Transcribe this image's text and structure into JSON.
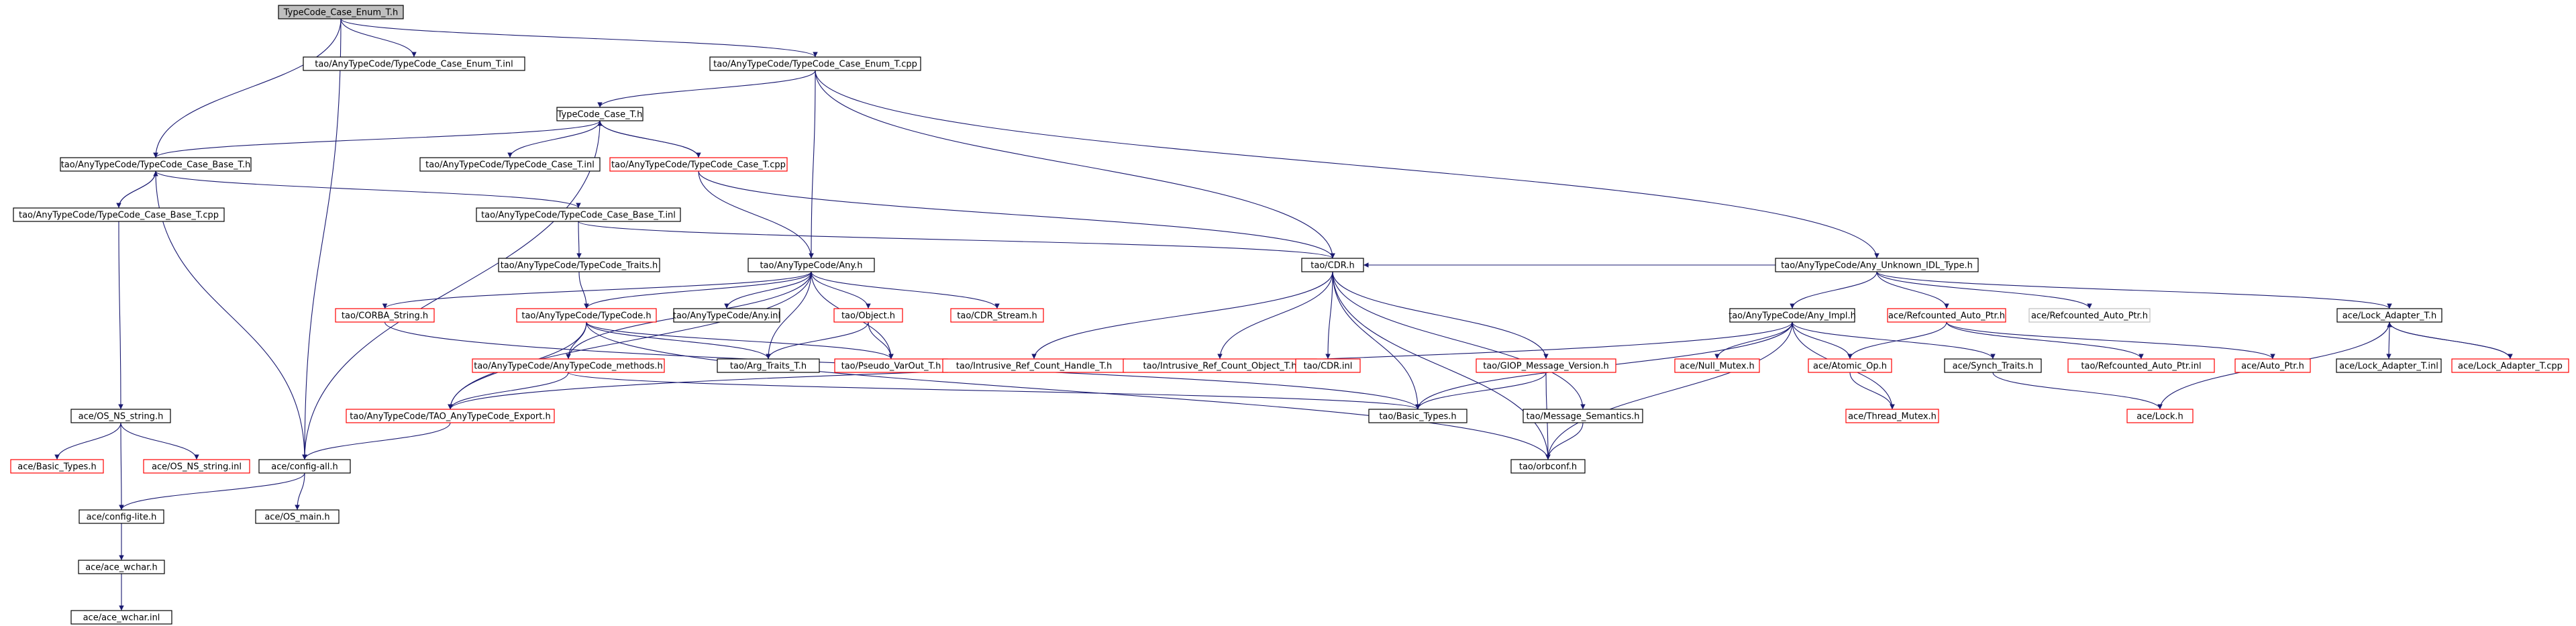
{
  "diagram": {
    "colors": {
      "edge": "#191970",
      "node_border_normal": "#000000",
      "node_border_external": "#ff0000",
      "node_border_none": "#bfbfbf",
      "node_fill_normal": "#ffffff",
      "node_fill_root": "#bfbfbf",
      "text": "#000000"
    },
    "nodes": [
      {
        "id": "n0",
        "label": "TypeCode_Case_Enum_T.h",
        "style": "root"
      },
      {
        "id": "n1",
        "label": "tao/AnyTypeCode/TypeCode_Case_Enum_T.inl",
        "style": "normal"
      },
      {
        "id": "n2",
        "label": "tao/AnyTypeCode/TypeCode_Case_Enum_T.cpp",
        "style": "normal"
      },
      {
        "id": "n3",
        "label": "TypeCode_Case_T.h",
        "style": "normal"
      },
      {
        "id": "n4",
        "label": "tao/AnyTypeCode/TypeCode_Case_Base_T.h",
        "style": "normal"
      },
      {
        "id": "n5",
        "label": "tao/AnyTypeCode/TypeCode_Case_T.inl",
        "style": "normal"
      },
      {
        "id": "n6",
        "label": "tao/AnyTypeCode/TypeCode_Case_T.cpp",
        "style": "external"
      },
      {
        "id": "n7",
        "label": "tao/AnyTypeCode/TypeCode_Case_Base_T.cpp",
        "style": "normal"
      },
      {
        "id": "n8",
        "label": "tao/AnyTypeCode/TypeCode_Case_Base_T.inl",
        "style": "normal"
      },
      {
        "id": "n9",
        "label": "tao/AnyTypeCode/TypeCode_Traits.h",
        "style": "normal"
      },
      {
        "id": "n10",
        "label": "tao/AnyTypeCode/Any.h",
        "style": "normal"
      },
      {
        "id": "n11",
        "label": "tao/AnyTypeCode/Any_Unknown_IDL_Type.h",
        "style": "normal"
      },
      {
        "id": "n12",
        "label": "tao/CORBA_String.h",
        "style": "external"
      },
      {
        "id": "n13",
        "label": "tao/AnyTypeCode/TypeCode.h",
        "style": "external"
      },
      {
        "id": "n14",
        "label": "tao/AnyTypeCode/Any.inl",
        "style": "normal"
      },
      {
        "id": "n15",
        "label": "tao/Object.h",
        "style": "external"
      },
      {
        "id": "n16",
        "label": "tao/CDR_Stream.h",
        "style": "external"
      },
      {
        "id": "n17",
        "label": "tao/CDR.h",
        "style": "normal"
      },
      {
        "id": "n18",
        "label": "tao/AnyTypeCode/Any_Impl.h",
        "style": "normal"
      },
      {
        "id": "n19",
        "label": "ace/Refcounted_Auto_Ptr.h",
        "style": "external"
      },
      {
        "id": "n20",
        "label": "ace/Refcounted_Auto_Ptr.h",
        "style": "none"
      },
      {
        "id": "n21",
        "label": "ace/Lock_Adapter_T.h",
        "style": "normal"
      },
      {
        "id": "n22",
        "label": "tao/AnyTypeCode/AnyTypeCode_methods.h",
        "style": "external"
      },
      {
        "id": "n23",
        "label": "tao/Arg_Traits_T.h",
        "style": "normal"
      },
      {
        "id": "n24",
        "label": "tao/Pseudo_VarOut_T.h",
        "style": "external"
      },
      {
        "id": "n25",
        "label": "tao/Intrusive_Ref_Count_Handle_T.h",
        "style": "external"
      },
      {
        "id": "n26",
        "label": "tao/Intrusive_Ref_Count_Object_T.h",
        "style": "external"
      },
      {
        "id": "n27",
        "label": "tao/CDR.inl",
        "style": "external"
      },
      {
        "id": "n28",
        "label": "tao/GIOP_Message_Version.h",
        "style": "external"
      },
      {
        "id": "n29",
        "label": "ace/Null_Mutex.h",
        "style": "external"
      },
      {
        "id": "n30",
        "label": "ace/Atomic_Op.h",
        "style": "external"
      },
      {
        "id": "n31",
        "label": "ace/Synch_Traits.h",
        "style": "normal"
      },
      {
        "id": "n32",
        "label": "tao/Refcounted_Auto_Ptr.inl",
        "style": "external"
      },
      {
        "id": "n33",
        "label": "ace/Auto_Ptr.h",
        "style": "external"
      },
      {
        "id": "n34",
        "label": "ace/Lock_Adapter_T.inl",
        "style": "normal"
      },
      {
        "id": "n35",
        "label": "ace/Lock_Adapter_T.cpp",
        "style": "external"
      },
      {
        "id": "n36",
        "label": "ace/OS_NS_string.h",
        "style": "normal"
      },
      {
        "id": "n37",
        "label": "tao/AnyTypeCode/TAO_AnyTypeCode_Export.h",
        "style": "external"
      },
      {
        "id": "n38",
        "label": "tao/Basic_Types.h",
        "style": "normal"
      },
      {
        "id": "n39",
        "label": "tao/Message_Semantics.h",
        "style": "normal"
      },
      {
        "id": "n40",
        "label": "ace/Thread_Mutex.h",
        "style": "external"
      },
      {
        "id": "n41",
        "label": "ace/Lock.h",
        "style": "external"
      },
      {
        "id": "n42",
        "label": "ace/Basic_Types.h",
        "style": "external"
      },
      {
        "id": "n43",
        "label": "ace/OS_NS_string.inl",
        "style": "external"
      },
      {
        "id": "n44",
        "label": "ace/config-all.h",
        "style": "normal"
      },
      {
        "id": "n45",
        "label": "tao/orbconf.h",
        "style": "normal"
      },
      {
        "id": "n46",
        "label": "ace/config-lite.h",
        "style": "normal"
      },
      {
        "id": "n47",
        "label": "ace/OS_main.h",
        "style": "normal"
      },
      {
        "id": "n48",
        "label": "ace/ace_wchar.h",
        "style": "normal"
      },
      {
        "id": "n49",
        "label": "ace/ace_wchar.inl",
        "style": "normal"
      }
    ],
    "edges": [
      [
        "n0",
        "n1"
      ],
      [
        "n0",
        "n2"
      ],
      [
        "n0",
        "n4"
      ],
      [
        "n0",
        "n44"
      ],
      [
        "n2",
        "n3"
      ],
      [
        "n2",
        "n10"
      ],
      [
        "n2",
        "n17"
      ],
      [
        "n2",
        "n11"
      ],
      [
        "n3",
        "n4"
      ],
      [
        "n3",
        "n5"
      ],
      [
        "n3",
        "n6"
      ],
      [
        "n3",
        "n44"
      ],
      [
        "n6",
        "n3"
      ],
      [
        "n6",
        "n10"
      ],
      [
        "n6",
        "n17"
      ],
      [
        "n4",
        "n7"
      ],
      [
        "n4",
        "n8"
      ],
      [
        "n4",
        "n44"
      ],
      [
        "n7",
        "n4"
      ],
      [
        "n7",
        "n36"
      ],
      [
        "n8",
        "n9"
      ],
      [
        "n8",
        "n17"
      ],
      [
        "n9",
        "n13"
      ],
      [
        "n10",
        "n12"
      ],
      [
        "n10",
        "n13"
      ],
      [
        "n10",
        "n14"
      ],
      [
        "n10",
        "n15"
      ],
      [
        "n10",
        "n16"
      ],
      [
        "n10",
        "n22"
      ],
      [
        "n10",
        "n23"
      ],
      [
        "n10",
        "n24"
      ],
      [
        "n10",
        "n37"
      ],
      [
        "n11",
        "n17"
      ],
      [
        "n11",
        "n18"
      ],
      [
        "n11",
        "n19"
      ],
      [
        "n11",
        "n20"
      ],
      [
        "n11",
        "n21"
      ],
      [
        "n12",
        "n38"
      ],
      [
        "n13",
        "n22"
      ],
      [
        "n13",
        "n23"
      ],
      [
        "n13",
        "n24"
      ],
      [
        "n13",
        "n37"
      ],
      [
        "n13",
        "n45"
      ],
      [
        "n15",
        "n23"
      ],
      [
        "n15",
        "n24"
      ],
      [
        "n17",
        "n25"
      ],
      [
        "n17",
        "n26"
      ],
      [
        "n17",
        "n27"
      ],
      [
        "n17",
        "n28"
      ],
      [
        "n17",
        "n38"
      ],
      [
        "n17",
        "n39"
      ],
      [
        "n17",
        "n45"
      ],
      [
        "n18",
        "n29"
      ],
      [
        "n18",
        "n30"
      ],
      [
        "n18",
        "n31"
      ],
      [
        "n18",
        "n40"
      ],
      [
        "n18",
        "n37"
      ],
      [
        "n18",
        "n38"
      ],
      [
        "n18",
        "n45"
      ],
      [
        "n19",
        "n30"
      ],
      [
        "n19",
        "n32"
      ],
      [
        "n19",
        "n33"
      ],
      [
        "n21",
        "n34"
      ],
      [
        "n21",
        "n35"
      ],
      [
        "n21",
        "n41"
      ],
      [
        "n35",
        "n21"
      ],
      [
        "n22",
        "n37"
      ],
      [
        "n22",
        "n38"
      ],
      [
        "n28",
        "n38"
      ],
      [
        "n28",
        "n45"
      ],
      [
        "n31",
        "n41"
      ],
      [
        "n30",
        "n40"
      ],
      [
        "n39",
        "n45"
      ],
      [
        "n36",
        "n42"
      ],
      [
        "n36",
        "n43"
      ],
      [
        "n36",
        "n46"
      ],
      [
        "n37",
        "n44"
      ],
      [
        "n44",
        "n46"
      ],
      [
        "n44",
        "n47"
      ],
      [
        "n46",
        "n48"
      ],
      [
        "n48",
        "n49"
      ]
    ]
  }
}
